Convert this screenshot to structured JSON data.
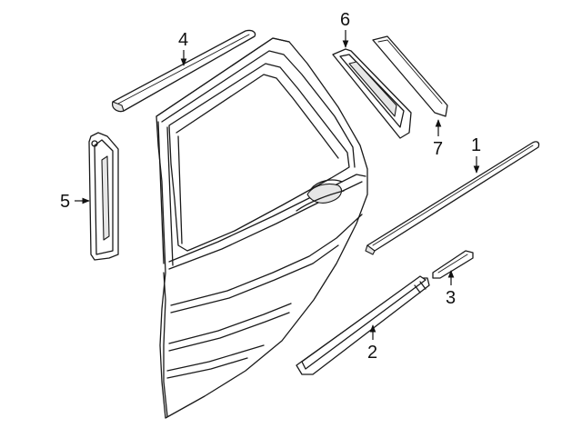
{
  "diagram": {
    "callouts": [
      {
        "id": "1",
        "label": "1"
      },
      {
        "id": "2",
        "label": "2"
      },
      {
        "id": "3",
        "label": "3"
      },
      {
        "id": "4",
        "label": "4"
      },
      {
        "id": "5",
        "label": "5"
      },
      {
        "id": "6",
        "label": "6"
      },
      {
        "id": "7",
        "label": "7"
      }
    ],
    "colors": {
      "line": "#1a1a1a",
      "fill": "#ffffff",
      "shade": "#e6e6e6"
    }
  }
}
